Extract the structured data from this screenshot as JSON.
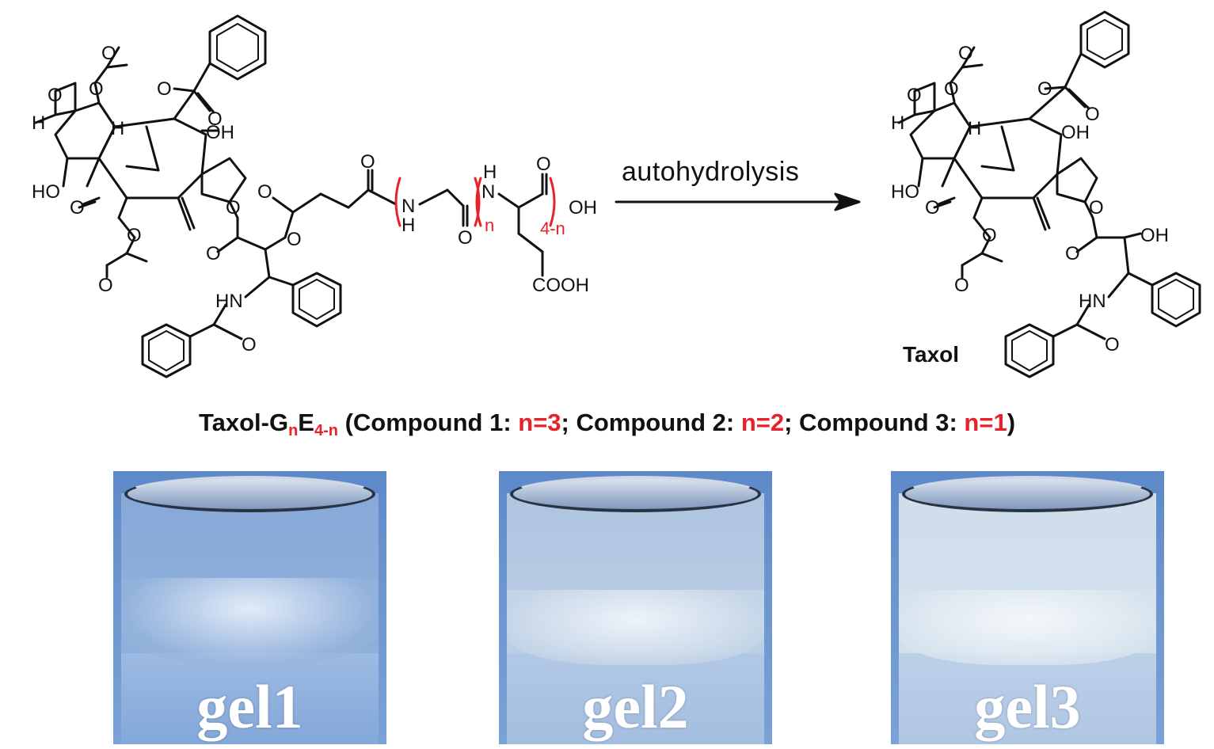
{
  "scheme": {
    "arrow_label": "autohydrolysis",
    "product_name": "Taxol",
    "atom_labels": {
      "O": "O",
      "H": "H",
      "OH": "OH",
      "HO": "HO",
      "HN": "HN",
      "NH": "N",
      "COOH": "COOH",
      "n": "n",
      "four_minus_n": "4-n"
    }
  },
  "caption": {
    "prefix": "Taxol-G",
    "sub_n": "n",
    "E": "E",
    "sub_4n": "4-n",
    "c1": " (Compound 1: ",
    "n1": "n=3",
    "c2": "; Compound 2: ",
    "n2": "n=2",
    "c3": "; Compound 3: ",
    "n3": "n=1",
    "end": ")"
  },
  "photos": [
    {
      "label": "gel1"
    },
    {
      "label": "gel2"
    },
    {
      "label": "gel3"
    }
  ],
  "colors": {
    "accent_red": "#e8212b",
    "photo_blue": "#6b95cf"
  }
}
